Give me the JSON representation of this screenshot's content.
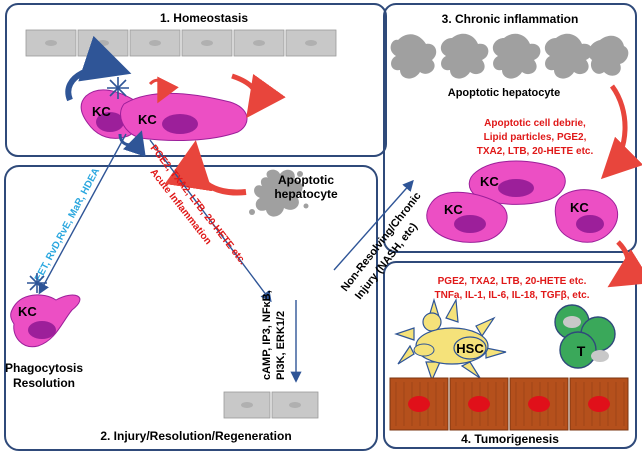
{
  "panels": {
    "homeostasis": "1. Homeostasis",
    "injury": "2. Injury/Resolution/Regeneration",
    "chronic": "3. Chronic inflammation",
    "tumorigenesis": "4. Tumorigenesis"
  },
  "cells": {
    "kc": "KC",
    "hsc": "HSC",
    "t_cell": "T"
  },
  "labels": {
    "apoptotic_hepatocyte_line1": "Apoptotic",
    "apoptotic_hepatocyte_line2": "hepatocyte",
    "apoptotic_hepatocyte_top": "Apoptotic hepatocyte",
    "phagocytosis": "Phagocytosis",
    "resolution": "Resolution",
    "pro_resolving": "EET, RvD,RvE, MaR, HDEA",
    "acute_mediators": "PGE2, TXA2, LTB, 20-HETE etc.",
    "acute_inflammation": "Acute Inflammation",
    "signaling_line1": "cAMP, IP3, NFκB,",
    "signaling_line2": "PI3K, ERK1/2",
    "nonresolving_line1": "Non-Resolving/Chronic",
    "nonresolving_line2": "Injury (NASH, etc)",
    "chronic_mediators_line1": "Apoptotic cell debrie,",
    "chronic_mediators_line2": "Lipid particles, PGE2,",
    "chronic_mediators_line3": "TXA2, LTB, 20-HETE etc.",
    "tumor_mediators_line1": "PGE2, TXA2, LTB, 20-HETE etc.",
    "tumor_mediators_line2": "TNFa, IL-1, IL-6, IL-18, TGFβ, etc."
  },
  "colors": {
    "kc_fill": "#ec4fc4",
    "kc_nucleus": "#9c1f9a",
    "hepatocyte": "#c8c8c8",
    "apoptotic": "#a0a0a0",
    "red_arrow": "#e8453c",
    "blue_arrow": "#2f5597",
    "red_text": "#e01818",
    "cyan_text": "#2aa7df",
    "tissue": "#b5501c",
    "tissue_nucleus": "#e0101a",
    "hsc_fill": "#f5e27a",
    "t_fill": "#3aa85a",
    "panel_border": "#2f4a7a"
  }
}
